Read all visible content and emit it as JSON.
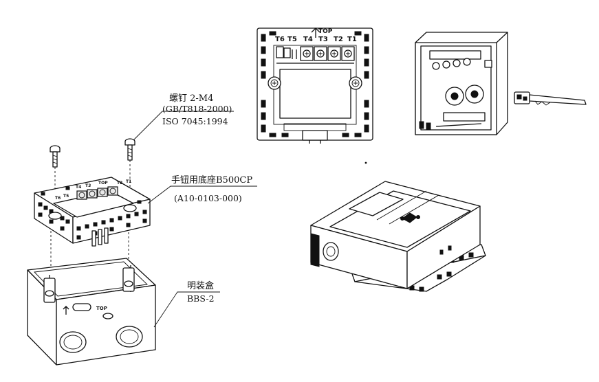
{
  "callouts": {
    "screw": {
      "name": "螺钉 2-M4",
      "standard_gb": "(GB/T818-2000)",
      "standard_iso": "ISO 7045:1994"
    },
    "base": {
      "name": "手钮用底座B500CP",
      "code": "(A10-0103-000)"
    },
    "box": {
      "name": "明装盒",
      "model": "BBS-2"
    }
  },
  "base_plate_front": {
    "terminal_labels": [
      "T6",
      "T5",
      "T4",
      "T3",
      "T2",
      "T1"
    ],
    "top_marker": "TOP"
  },
  "exploded_base_plate": {
    "terminal_labels": [
      "T6",
      "T5",
      "T4",
      "T3",
      "T2",
      "T1"
    ],
    "top_marker": "TOP"
  },
  "surface_box_marker": "TOP"
}
